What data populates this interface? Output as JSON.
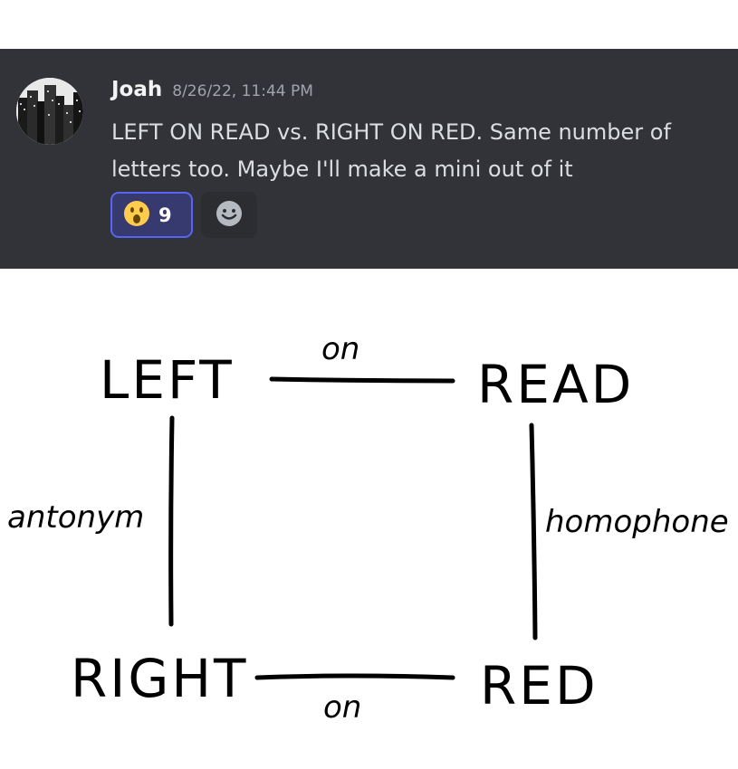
{
  "message": {
    "username": "Joah",
    "timestamp": "8/26/22, 11:44 PM",
    "text": "LEFT ON READ vs. RIGHT ON RED. Same number of letters too. Maybe I'll make a mini out of it",
    "reactions": [
      {
        "emoji": "astonished-face",
        "count": "9",
        "active": true
      }
    ],
    "add_reaction_icon": "add-reaction-smiley-icon"
  },
  "diagram": {
    "words": {
      "top_left": "LEFT",
      "top_right": "READ",
      "bottom_left": "RIGHT",
      "bottom_right": "RED"
    },
    "edges": {
      "top": "on",
      "bottom": "on",
      "left": "antonym",
      "right": "homophone"
    }
  },
  "colors": {
    "panel_bg": "#313338",
    "reaction_active_bg": "#373a6e",
    "reaction_active_border": "#5865f2",
    "emoji_yellow": "#ffcc4d"
  }
}
